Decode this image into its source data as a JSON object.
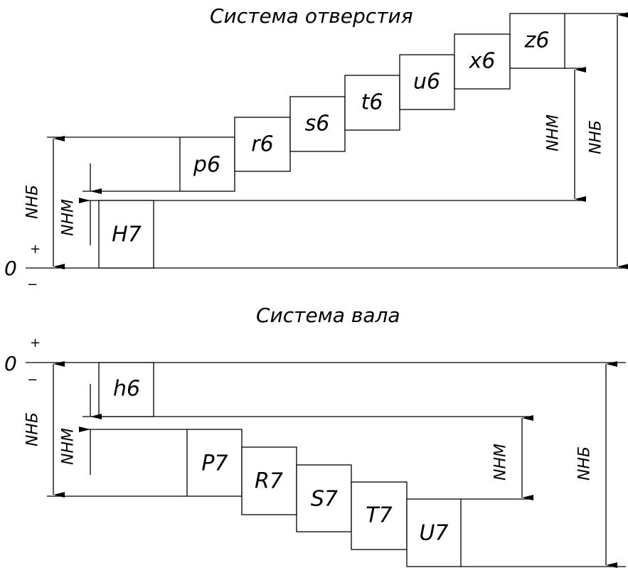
{
  "hole_system": {
    "title": "Система отверстия",
    "hole_field": "H7",
    "shaft_fields": [
      "p6",
      "r6",
      "s6",
      "t6",
      "u6",
      "x6",
      "z6"
    ],
    "dim_left_outer": "NНБ",
    "dim_left_inner": "NНМ",
    "dim_right_inner": "NНМ",
    "dim_right_outer": "NНБ",
    "zero": "0",
    "plus": "+",
    "minus": "−"
  },
  "shaft_system": {
    "title": "Система вала",
    "shaft_field": "h6",
    "hole_fields": [
      "P7",
      "R7",
      "S7",
      "T7",
      "U7"
    ],
    "dim_left_outer": "NНБ",
    "dim_left_inner": "NНМ",
    "dim_right_inner": "NНМ",
    "dim_right_outer": "NНБ",
    "zero": "0",
    "plus": "+",
    "minus": "−"
  }
}
